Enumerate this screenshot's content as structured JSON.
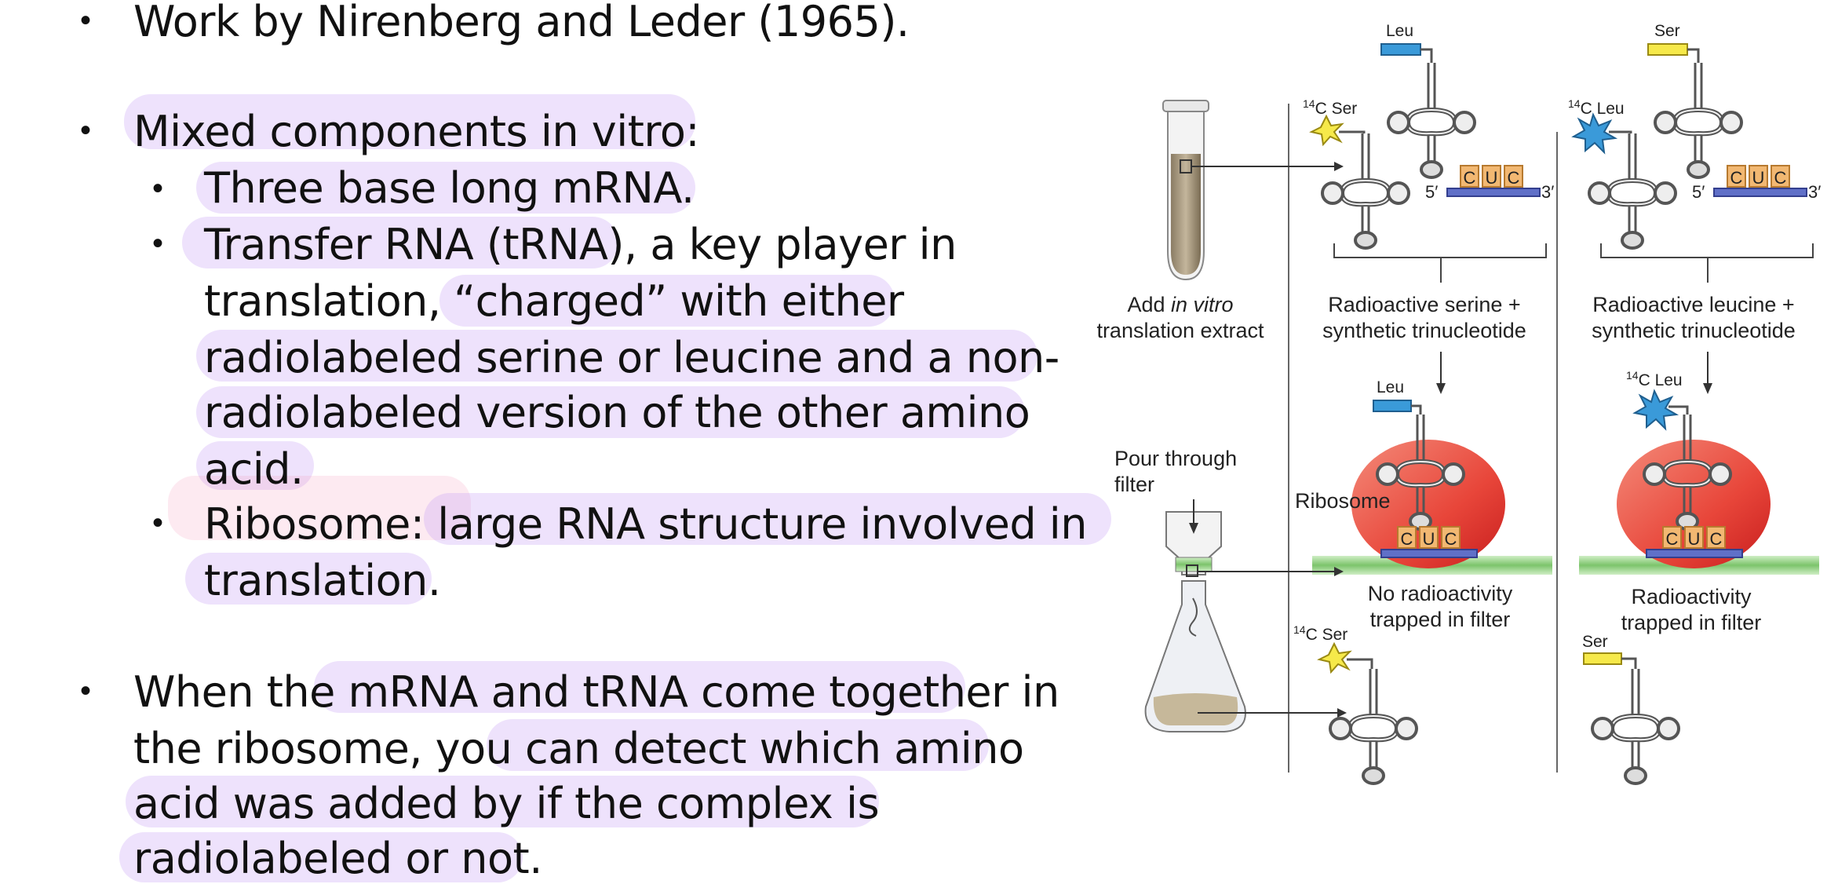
{
  "slide": {
    "bullets": [
      {
        "lines": [
          "Work by Nirenberg and Leder (1965)."
        ]
      },
      {
        "lines": [
          "Mixed components in vitro:"
        ]
      },
      {
        "lines": [
          "Three base long mRNA."
        ]
      },
      {
        "lines": [
          "Transfer RNA (tRNA), a key player in",
          "translation, “charged” with either",
          "radiolabeled serine or leucine and a non-",
          "radiolabeled version of the other amino",
          "acid."
        ]
      },
      {
        "lines": [
          "Ribosome: large RNA structure involved in",
          "translation."
        ]
      },
      {
        "lines": [
          "When the mRNA and tRNA come together in",
          "the ribosome, you can detect which amino",
          "acid was added by if the complex is",
          "radiolabeled or not."
        ]
      }
    ]
  },
  "figure": {
    "add_extract": {
      "line1": "Add ",
      "italic": "in vitro",
      "line2": "translation extract"
    },
    "pour_filter": [
      "Pour through",
      "filter"
    ],
    "ribosome_label": "Ribosome",
    "left_panel": {
      "caption": [
        "Radioactive serine +",
        "synthetic trinucleotide"
      ],
      "result": [
        "No radioactivity",
        "trapped in filter"
      ],
      "charged_tag": "C Ser",
      "isotope": "14",
      "free_tag": "Leu",
      "bound_tag": "Leu",
      "filtrate_tag": "C Ser",
      "colors": {
        "free_aa": "#3a9ad9",
        "charged_aa": "#f6e94a"
      }
    },
    "right_panel": {
      "caption": [
        "Radioactive leucine +",
        "synthetic trinucleotide"
      ],
      "result": [
        "Radioactivity",
        "trapped in filter"
      ],
      "charged_tag": "C Leu",
      "isotope": "14",
      "free_tag": "Ser",
      "bound_tag": "C Leu",
      "filtrate_tag": "Ser",
      "colors": {
        "free_aa": "#f6e94a",
        "charged_aa": "#3a9ad9"
      }
    },
    "mrna": {
      "five_prime": "5′",
      "three_prime": "3′",
      "codons": [
        "C",
        "U",
        "C"
      ]
    }
  }
}
